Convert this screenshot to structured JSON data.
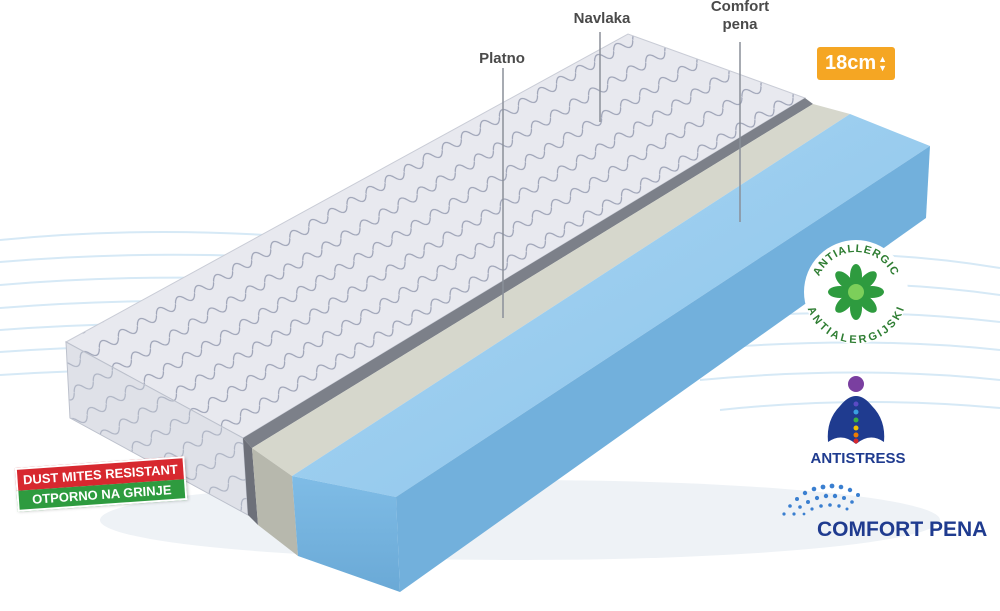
{
  "labels": {
    "navlaka": "Navlaka",
    "comfort_line1": "Comfort",
    "comfort_line2": "pena",
    "platno": "Platno"
  },
  "size_badge": {
    "value": "18",
    "unit": "cm"
  },
  "dust_badge": {
    "line1": "DUST MITES RESISTANT",
    "line2": "OTPORNO NA GRINJE"
  },
  "antiallergic": {
    "top_text": "ANTIALLERGIC",
    "bottom_text": "ANTIALERGIJSKI",
    "icon": "flower-icon"
  },
  "antistress": {
    "text": "ANTISTRESS",
    "icon": "meditation-icon"
  },
  "comfort_pena": {
    "text": "COMFORT PENA",
    "icon": "dots-arc-icon"
  },
  "colors": {
    "foam": "#8ec8ee",
    "foam_side": "#6aaad8",
    "cover": "#e6e8ee",
    "canvas": "#d4d5c8",
    "accent_orange": "#f5a623",
    "brand_blue": "#1f3b8f",
    "red": "#d7282f",
    "green": "#2e9b3f"
  }
}
